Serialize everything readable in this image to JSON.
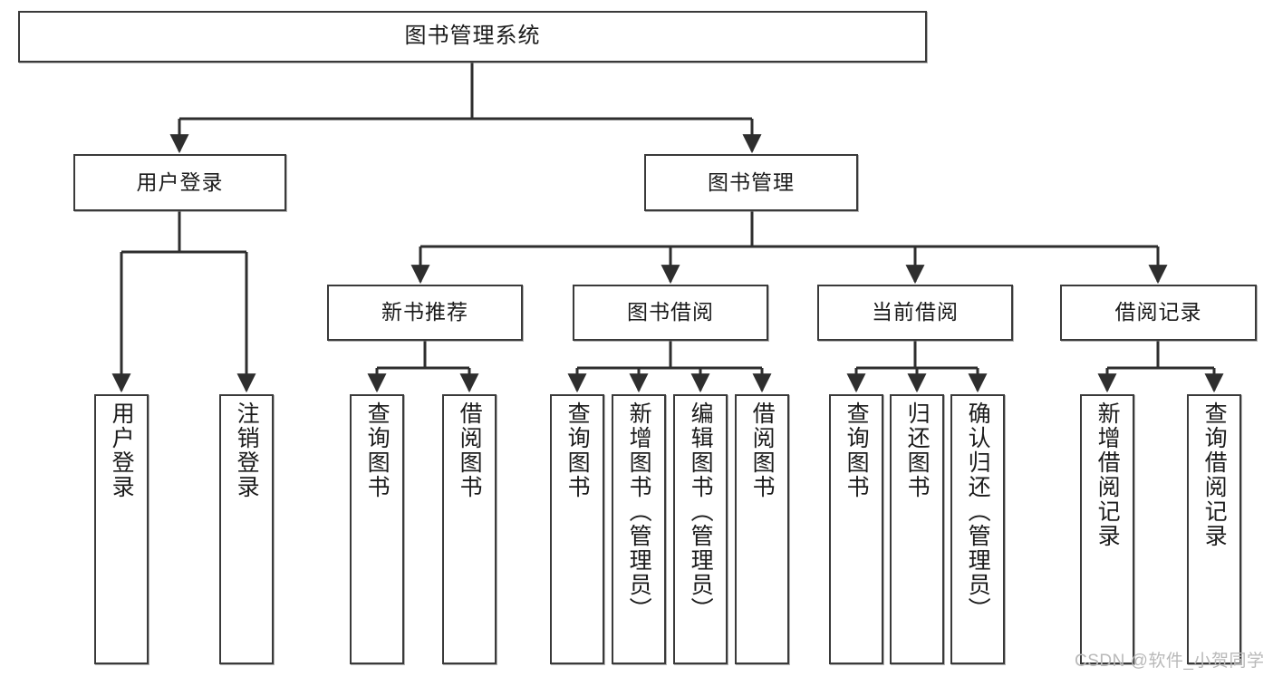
{
  "diagram": {
    "title": "图书管理系统",
    "type": "tree-hierarchy-diagram",
    "watermark": "CSDN @软件_小贺同学",
    "colors": {
      "box_border": "#3a3a3a",
      "box_fill": "#ffffff",
      "edge": "#2e2e2e",
      "text": "#1b1b1b",
      "watermark": "#b9b9b9",
      "background": "#ffffff"
    },
    "nodes": {
      "root": {
        "label": "图书管理系统"
      },
      "level2": [
        {
          "id": "user-login",
          "label": "用户登录"
        },
        {
          "id": "book-management",
          "label": "图书管理"
        }
      ],
      "level3": [
        {
          "id": "new-book-recommend",
          "label": "新书推荐"
        },
        {
          "id": "book-borrow",
          "label": "图书借阅"
        },
        {
          "id": "current-borrow",
          "label": "当前借阅"
        },
        {
          "id": "borrow-record",
          "label": "借阅记录"
        }
      ],
      "leaves": {
        "user_login": [
          {
            "id": "leaf-user-login",
            "label": "用户登录"
          },
          {
            "id": "leaf-logout-login",
            "label": "注销登录"
          }
        ],
        "new_book_recommend": [
          {
            "id": "leaf-query-book-1",
            "label": "查询图书"
          },
          {
            "id": "leaf-borrow-book-1",
            "label": "借阅图书"
          }
        ],
        "book_borrow": [
          {
            "id": "leaf-query-book-2",
            "label": "查询图书"
          },
          {
            "id": "leaf-add-book",
            "label": "新增图书（管理员）"
          },
          {
            "id": "leaf-edit-book",
            "label": "编辑图书（管理员）"
          },
          {
            "id": "leaf-borrow-book-2",
            "label": "借阅图书"
          }
        ],
        "current_borrow": [
          {
            "id": "leaf-query-book-3",
            "label": "查询图书"
          },
          {
            "id": "leaf-return-book",
            "label": "归还图书"
          },
          {
            "id": "leaf-confirm-return",
            "label": "确认归还（管理员）"
          }
        ],
        "borrow_record": [
          {
            "id": "leaf-add-record",
            "label": "新增借阅记录"
          },
          {
            "id": "leaf-query-record",
            "label": "查询借阅记录"
          }
        ]
      }
    }
  }
}
